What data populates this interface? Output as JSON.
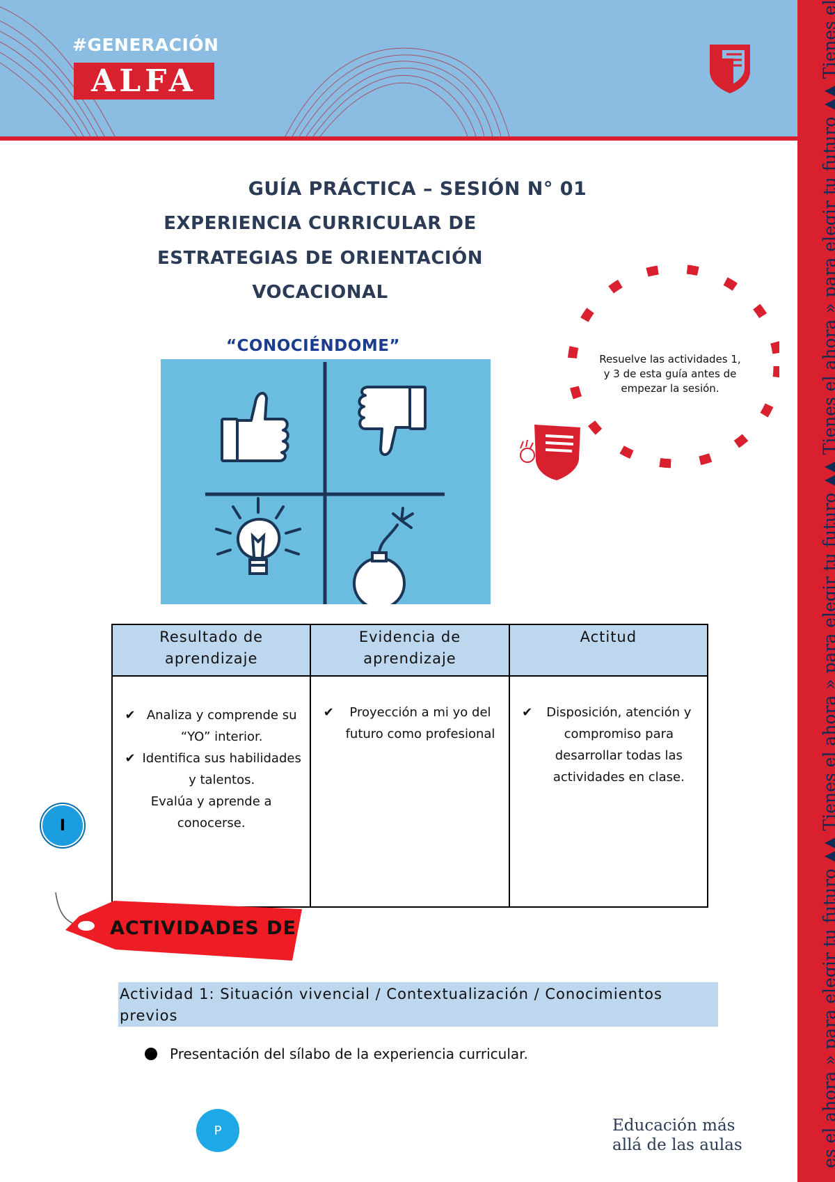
{
  "header": {
    "hashtag": "#GENERACIÓN",
    "brand": "ALFA",
    "logo": "university-shield-logo"
  },
  "side_band": {
    "text": "es el ahora  »  para elegir tu futuro  ▲▲  Tienes el ahora  »  para elegir tu futuro  ▲▲  Tienes el ahora  »  para elegir tu futuro  ▲▲  Tienes el ahora  »  para elegir t"
  },
  "document": {
    "title": "GUÍA PRÁCTICA – SESIÓN N° 01",
    "subtitle_lines": [
      "EXPERIENCIA CURRICULAR DE",
      "ESTRATEGIAS DE ORIENTACIÓN",
      "VOCACIONAL"
    ],
    "motto": "“CONOCIÉNDOME”",
    "hero_icons": [
      "thumbs-up-icon",
      "thumbs-down-icon",
      "lightbulb-icon",
      "bomb-icon"
    ]
  },
  "note": {
    "lines": [
      "Resuelve las actividades 1,",
      "y 3 de esta guía antes de",
      "empezar la sesión."
    ]
  },
  "learning_table": {
    "headers": [
      "Resultado de aprendizaje",
      "Evidencia de aprendizaje",
      "Actitud"
    ],
    "col1": {
      "check1": "Analiza y comprende su “YO” interior.",
      "check2": "Identifica sus habilidades y talentos.",
      "plain": "Evalúa y aprende a conocerse."
    },
    "col2": {
      "check1": "Proyección a mi yo del futuro como profesional"
    },
    "col3": {
      "check1": "Disposición, atención y compromiso para desarrollar todas las actividades en clase."
    }
  },
  "marker_i": "I",
  "tag_label": "ACTIVIDADES DE",
  "activity_1": {
    "title": "Actividad 1: Situación vivencial / Contextualización / Conocimientos previos",
    "bullet": "Presentación del sílabo de la experiencia curricular."
  },
  "footer": {
    "page_marker": "P",
    "slogan_line1": "Educación más",
    "slogan_line2": "allá de las aulas"
  },
  "colors": {
    "banner_blue": "#8bbde3",
    "brand_red": "#d9202f",
    "table_header": "#bdd7ee",
    "hero_blue": "#6bbde0",
    "navy": "#0e2a55"
  }
}
